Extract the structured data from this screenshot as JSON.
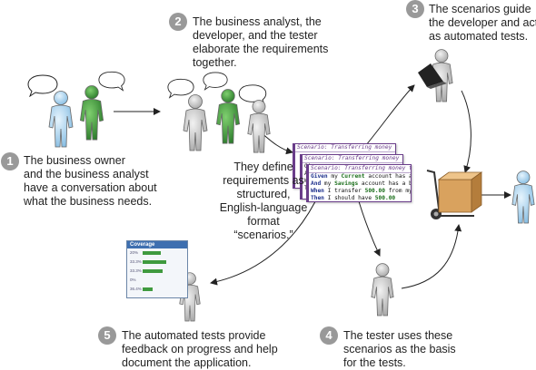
{
  "steps": [
    {
      "number": "1",
      "lines": [
        "The business owner",
        "and the business analyst",
        "have a conversation about",
        "what the business needs."
      ]
    },
    {
      "number": "2",
      "lines": [
        "The business analyst, the",
        "developer, and the tester",
        "elaborate the requirements",
        "together."
      ]
    },
    {
      "number": "3",
      "lines": [
        "The scenarios guide",
        "the developer and act",
        "as automated tests."
      ]
    },
    {
      "number": "4",
      "lines": [
        "The tester uses these",
        "scenarios as the basis",
        "for the tests."
      ]
    },
    {
      "number": "5",
      "lines": [
        "The automated tests provide",
        "feedback on progress and help",
        "document the application."
      ]
    }
  ],
  "caption": [
    "They define",
    "requirements as",
    "structured,",
    "English-language",
    "format “scenarios.”"
  ],
  "scenario_cards": {
    "title": "Scenario: Transferring money to",
    "front_lines": [
      [
        "Given",
        " my ",
        "Current",
        " account has a "
      ],
      [
        "And",
        " my ",
        "Savings",
        " account has a ba"
      ],
      [
        "When",
        " I transfer ",
        "500.00",
        " from my"
      ],
      [
        "Then",
        " I should have ",
        "500.00",
        ""
      ]
    ],
    "back_stub": [
      "Gi",
      "An",
      "Wh",
      "Th"
    ]
  },
  "coverage_panel": {
    "title": "Coverage",
    "rows": [
      {
        "label": "20%",
        "value": 0.45
      },
      {
        "label": "33.3%",
        "value": 0.6
      },
      {
        "label": "33.3%",
        "value": 0.5
      },
      {
        "label": "0%",
        "value": 0.0
      },
      {
        "label": "36.4%",
        "value": 0.25
      }
    ]
  },
  "colors": {
    "figure_gray": "#c9c9c9",
    "figure_blue": "#a9d3ee",
    "figure_green": "#3e9a3e",
    "badge": "#999999",
    "card_border": "#6a3d8a"
  }
}
